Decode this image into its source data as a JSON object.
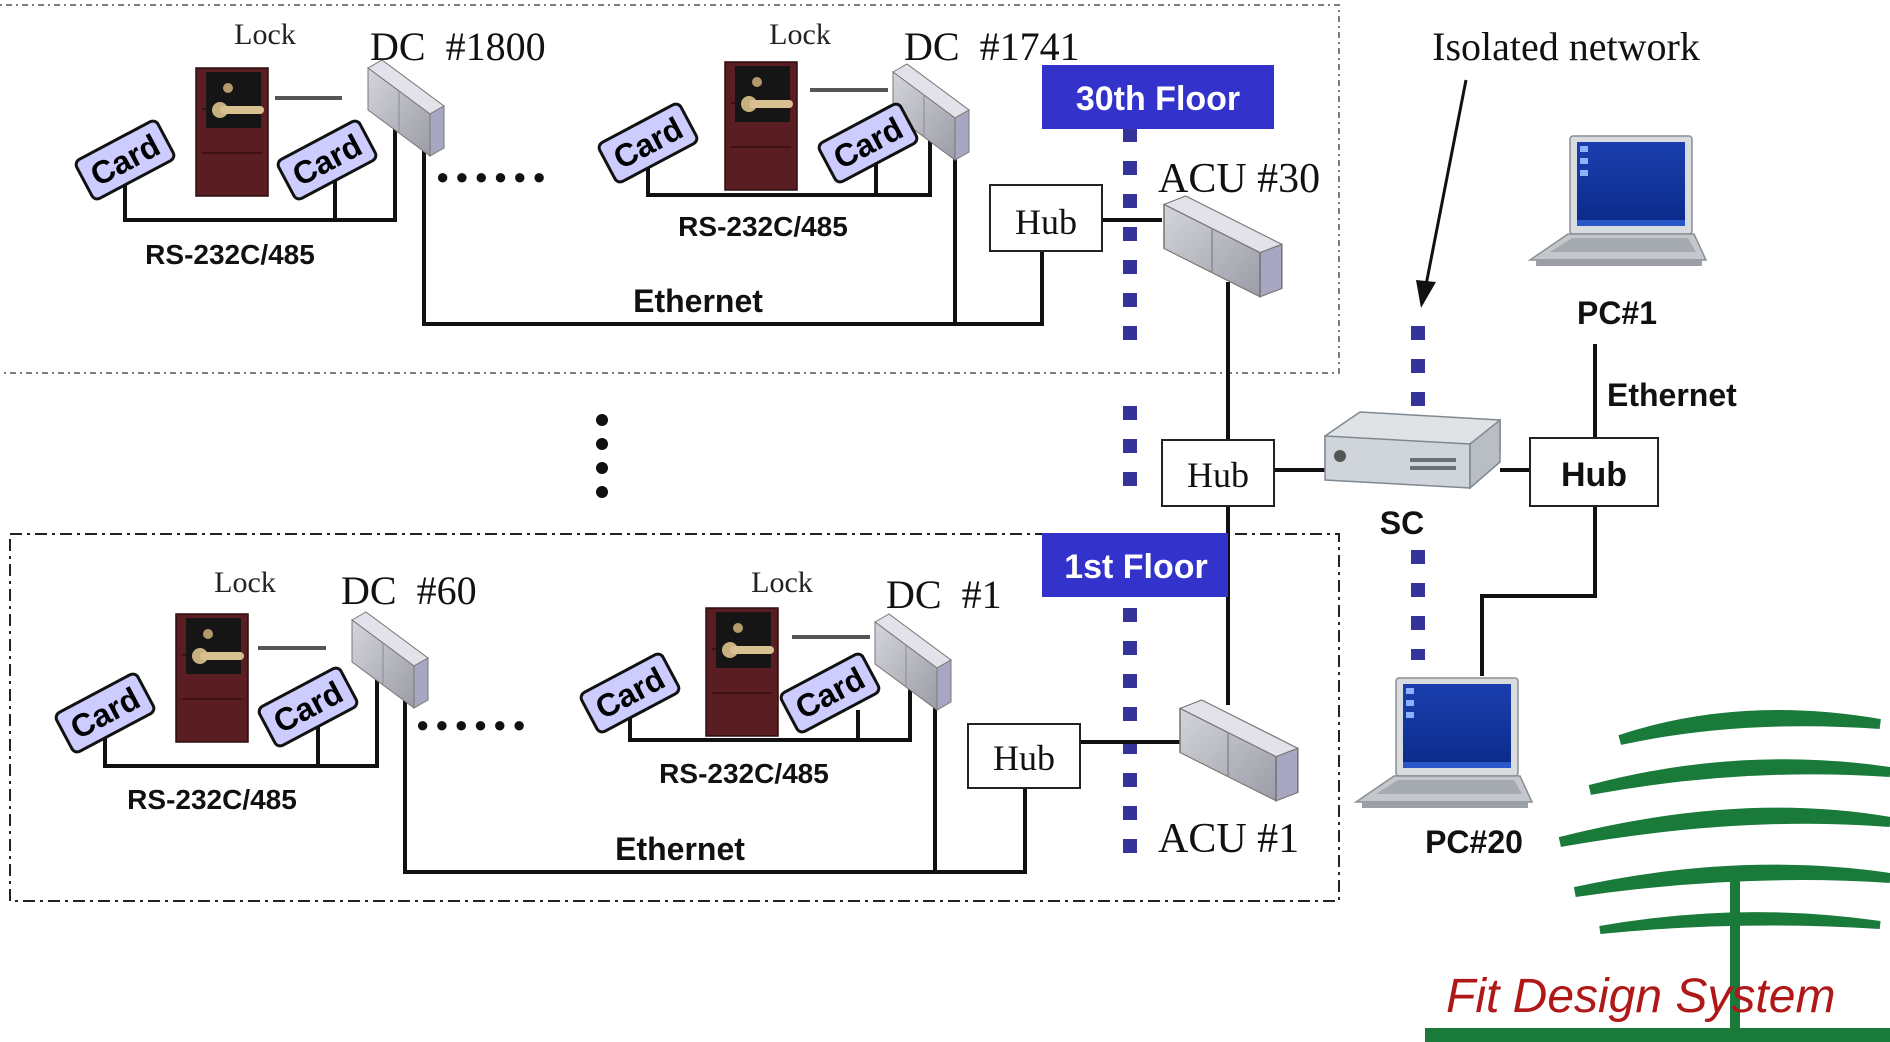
{
  "labels": {
    "lock": "Lock",
    "card": "Card",
    "hub": "Hub",
    "ethernet": "Ethernet",
    "rs": "RS-232C/485",
    "dots_h": "●●●●●●",
    "floor30": "30th Floor",
    "floor1": "1st Floor",
    "isolated": "Isolated network",
    "sc": "SC",
    "pc1": "PC#1",
    "pc20": "PC#20"
  },
  "dc": {
    "dc1800": "DC  #1800",
    "dc1741": "DC  #1741",
    "dc60": "DC  #60",
    "dc1": "DC  #1"
  },
  "acu": {
    "acu30": "ACU #30",
    "acu1": "ACU #1"
  },
  "logo": {
    "text": "Fit Design System"
  },
  "colors": {
    "floor_label_bg": "#3333cc",
    "floor_label_text": "#ffffff",
    "isolated_dots": "#333399",
    "card_fill": "#ccccff",
    "door": "#5a1e22",
    "device": "#b8b8c0",
    "logo_green": "#1a7a3a",
    "logo_red": "#b01818"
  }
}
